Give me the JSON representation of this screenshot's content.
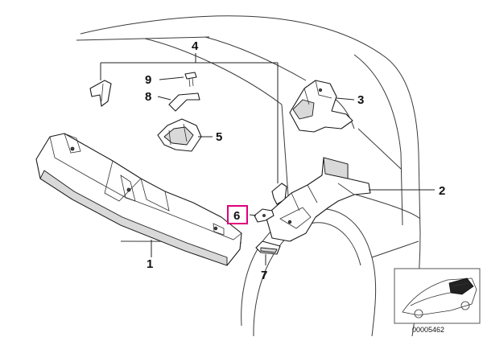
{
  "diagram": {
    "callouts": [
      {
        "id": "1",
        "label": "1"
      },
      {
        "id": "2",
        "label": "2"
      },
      {
        "id": "3",
        "label": "3"
      },
      {
        "id": "4",
        "label": "4"
      },
      {
        "id": "5",
        "label": "5"
      },
      {
        "id": "6",
        "label": "6",
        "highlighted": true
      },
      {
        "id": "7",
        "label": "7"
      },
      {
        "id": "8",
        "label": "8"
      },
      {
        "id": "9",
        "label": "9"
      }
    ],
    "highlight_color": "#e0007a",
    "reference_number": "00005462"
  }
}
